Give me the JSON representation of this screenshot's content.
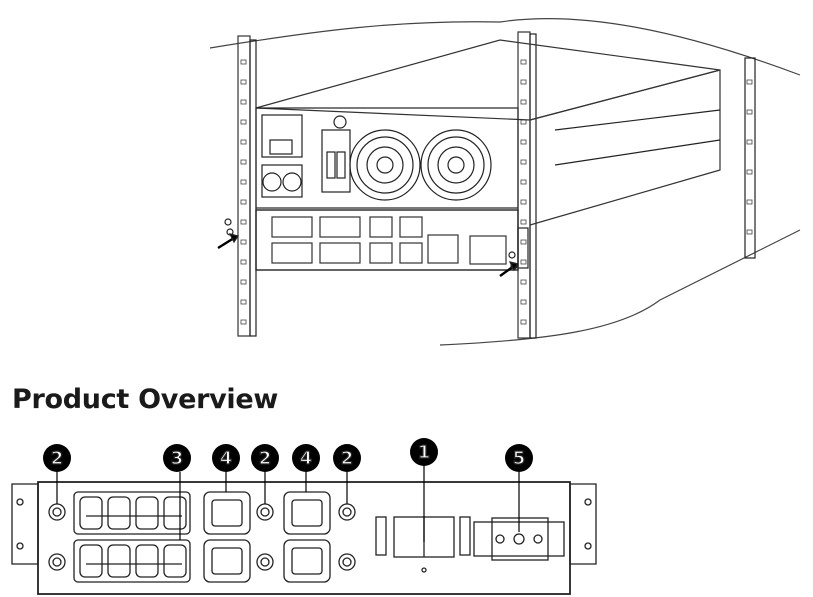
{
  "heading": "Product Overview",
  "callouts": {
    "breaker": "1",
    "mount_screw": "2",
    "c13_group": "3",
    "c19_outlet": "4",
    "terminal_block": "5"
  }
}
